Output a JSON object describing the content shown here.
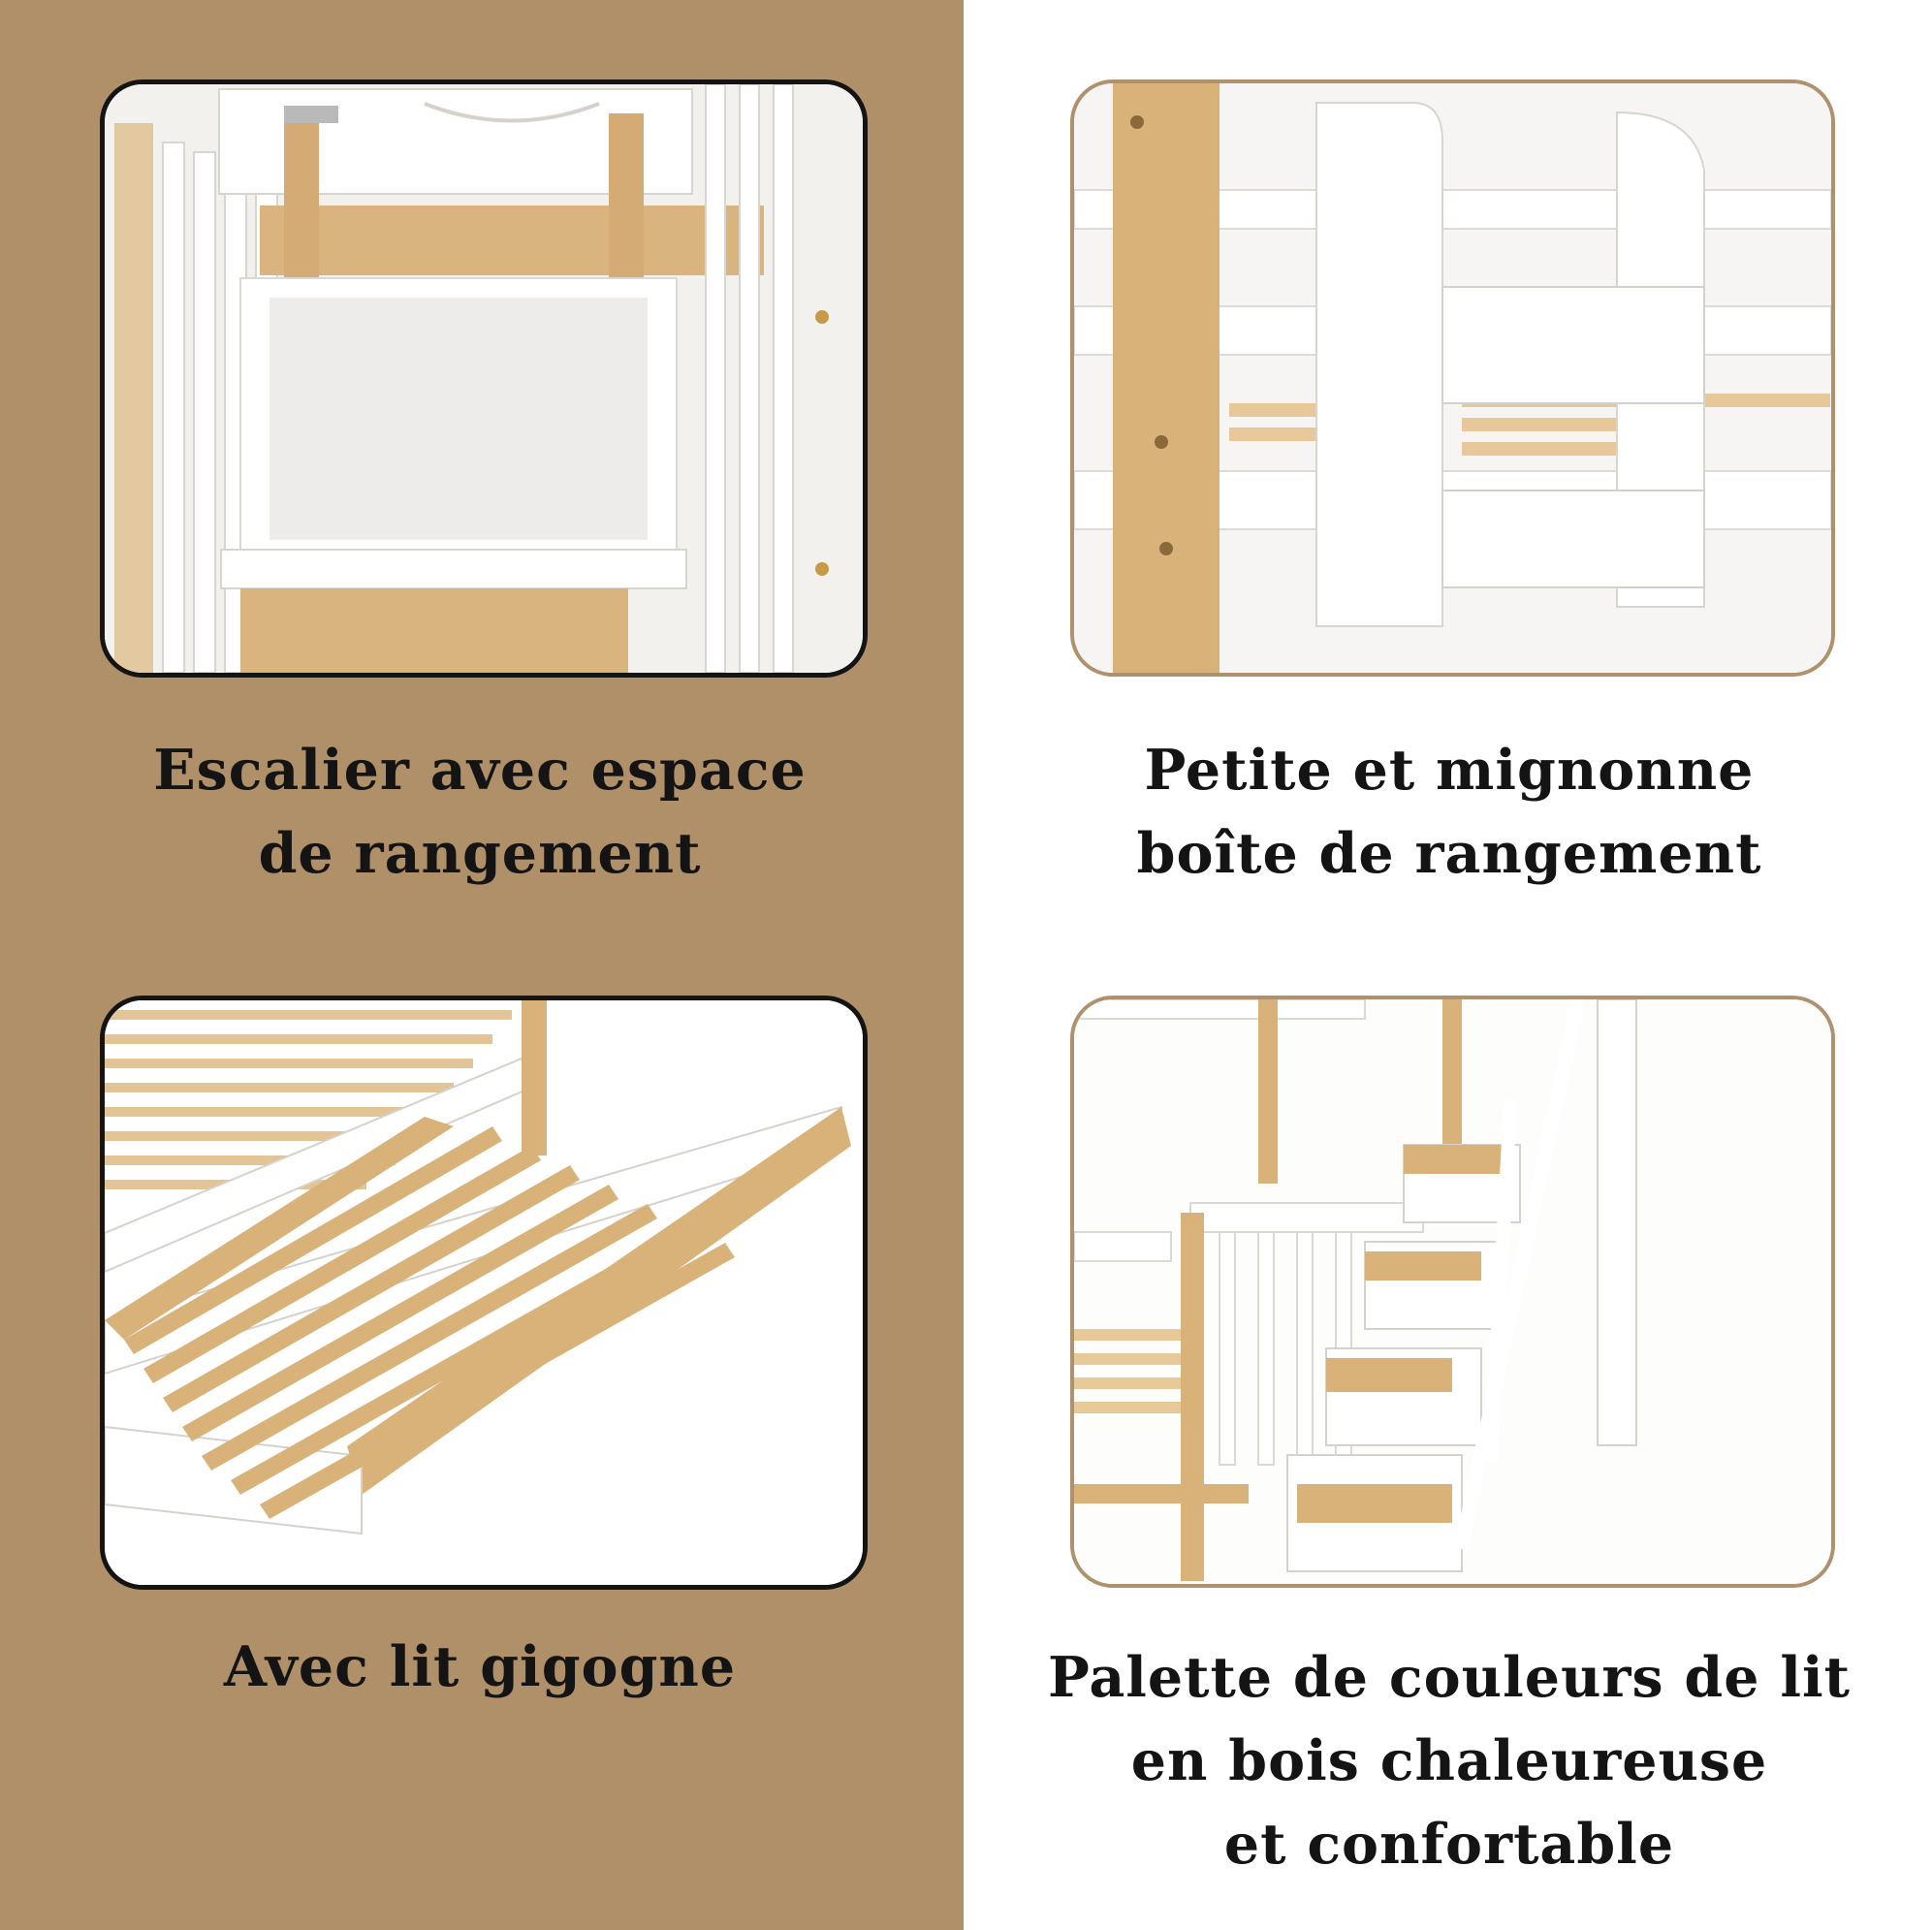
{
  "colors": {
    "left_band": "#b09069",
    "right_band": "#ffffff",
    "wood": "#d9b47f",
    "caption_text": "#141414"
  },
  "panels": [
    {
      "id": "storage-stairs-photo",
      "caption_lines": [
        "Escalier avec espace",
        "de rangement"
      ]
    },
    {
      "id": "small-storage-box-photo",
      "caption_lines": [
        "Petite et mignonne",
        "boîte de rangement"
      ]
    },
    {
      "id": "trundle-bed-photo",
      "caption_lines": [
        "Avec lit gigogne"
      ]
    },
    {
      "id": "warm-wood-palette-photo",
      "caption_lines": [
        "Palette de couleurs de lit",
        "en bois chaleureuse",
        "et confortable"
      ]
    }
  ]
}
